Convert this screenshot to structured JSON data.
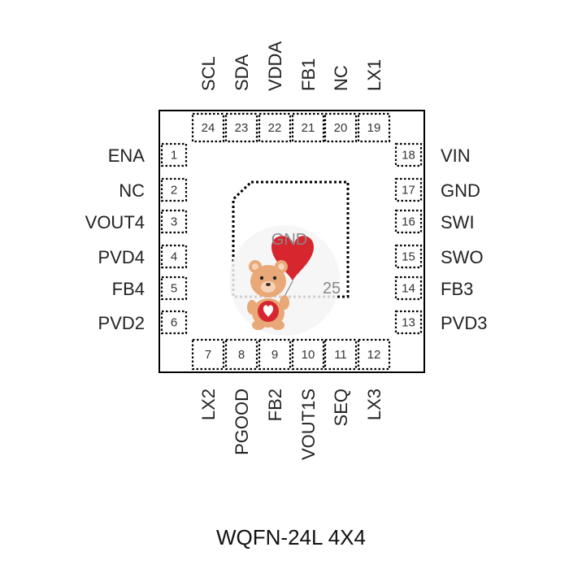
{
  "package": {
    "caption": "WQFN-24L 4X4",
    "exposed_pad": {
      "name": "GND",
      "number": "25"
    }
  },
  "pins": {
    "left": [
      {
        "number": "1",
        "name": "ENA"
      },
      {
        "number": "2",
        "name": "NC"
      },
      {
        "number": "3",
        "name": "VOUT4"
      },
      {
        "number": "4",
        "name": "PVD4"
      },
      {
        "number": "5",
        "name": "FB4"
      },
      {
        "number": "6",
        "name": "PVD2"
      }
    ],
    "bottom": [
      {
        "number": "7",
        "name": "LX2"
      },
      {
        "number": "8",
        "name": "PGOOD"
      },
      {
        "number": "9",
        "name": "FB2"
      },
      {
        "number": "10",
        "name": "VOUT1S"
      },
      {
        "number": "11",
        "name": "SEQ"
      },
      {
        "number": "12",
        "name": "LX3"
      }
    ],
    "right": [
      {
        "number": "13",
        "name": "PVD3"
      },
      {
        "number": "14",
        "name": "FB3"
      },
      {
        "number": "15",
        "name": "SWO"
      },
      {
        "number": "16",
        "name": "SWI"
      },
      {
        "number": "17",
        "name": "GND"
      },
      {
        "number": "18",
        "name": "VIN"
      }
    ],
    "top": [
      {
        "number": "19",
        "name": "LX1"
      },
      {
        "number": "20",
        "name": "NC"
      },
      {
        "number": "21",
        "name": "FB1"
      },
      {
        "number": "22",
        "name": "VDDA"
      },
      {
        "number": "23",
        "name": "SDA"
      },
      {
        "number": "24",
        "name": "SCL"
      }
    ]
  },
  "watermark": {
    "icon": "teddy-bear-heart-icon",
    "heart_color": "#d8262f",
    "bear_color": "#e8a877"
  }
}
